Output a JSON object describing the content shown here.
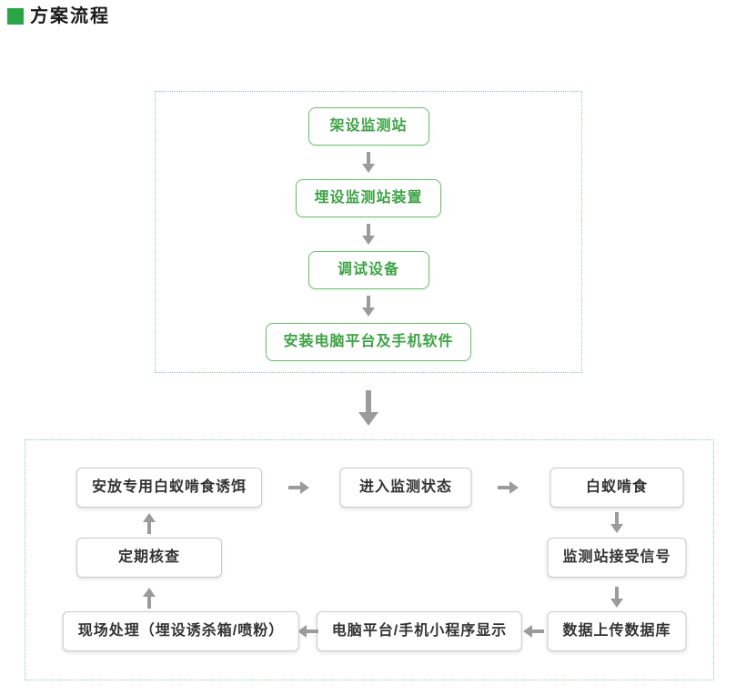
{
  "header": {
    "title": "方案流程"
  },
  "colors": {
    "accent_green": "#2aa546",
    "green_border": "#6abf6e",
    "green_text": "#3da344",
    "dotted_green": "#90cd9d",
    "arrow_gray": "#9b9b9b",
    "gray_border": "#c9c9c9",
    "dark_text": "#333333",
    "bg": "#ffffff"
  },
  "top_flow": {
    "steps": [
      {
        "label": "架设监测站"
      },
      {
        "label": "埋设监测站装置"
      },
      {
        "label": "调试设备"
      },
      {
        "label": "安装电脑平台及手机软件"
      }
    ]
  },
  "bottom_flow": {
    "nodes": [
      {
        "label": "安放专用白蚁啃食诱饵"
      },
      {
        "label": "进入监测状态"
      },
      {
        "label": "白蚁啃食"
      },
      {
        "label": "监测站接受信号"
      },
      {
        "label": "数据上传数据库"
      },
      {
        "label": "电脑平台/手机小程序显示"
      },
      {
        "label": "现场处理（埋设诱杀箱/喷粉）"
      },
      {
        "label": "定期核查"
      }
    ]
  },
  "icons": {
    "bullet": "green-square",
    "arrow_down": "down-arrow-shape",
    "arrow_up": "up-arrow-shape",
    "arrow_left": "left-arrow-shape",
    "arrow_right": "right-arrow-shape"
  }
}
